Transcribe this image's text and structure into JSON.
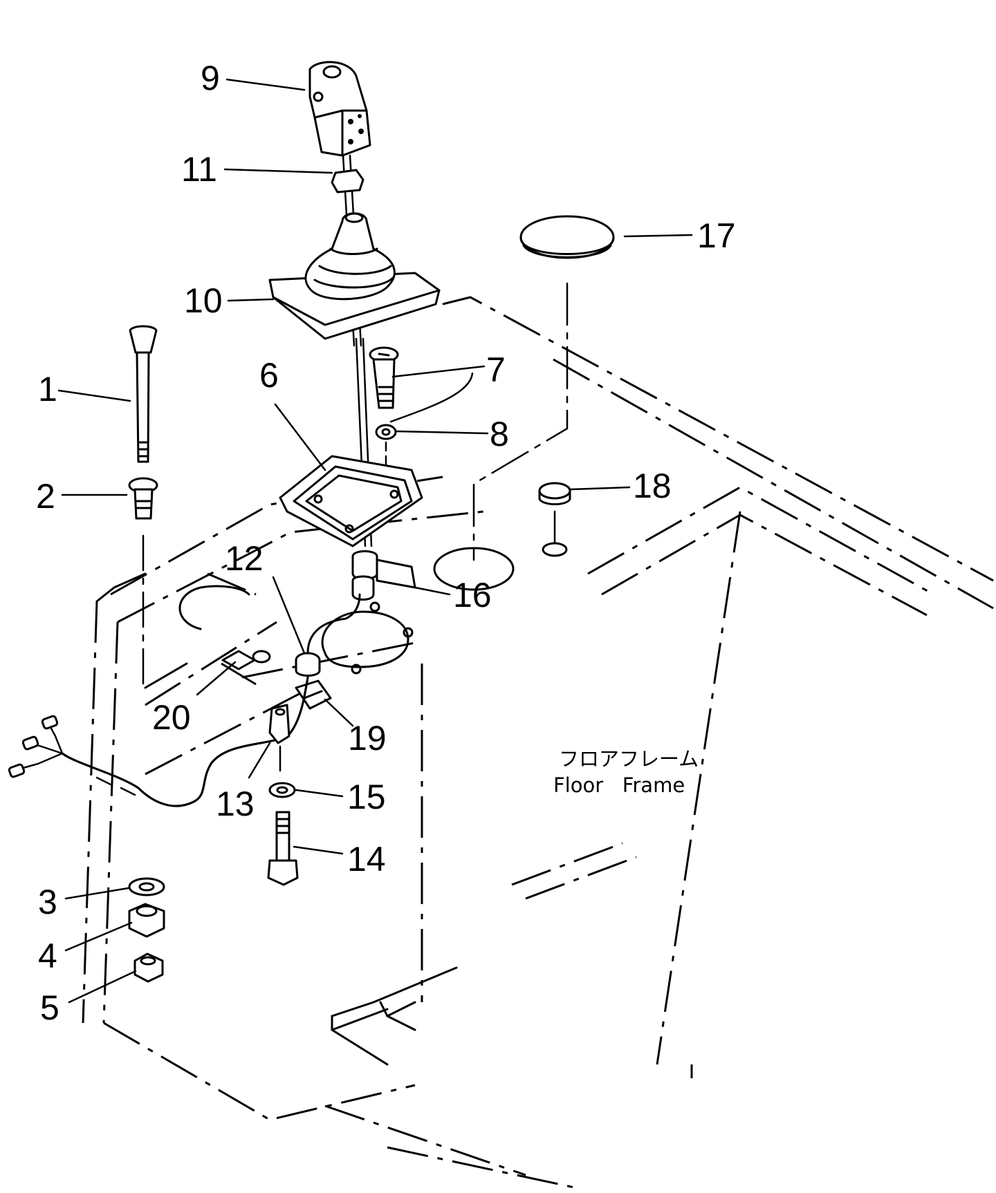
{
  "diagram": {
    "callouts": [
      {
        "id": "1",
        "label": "1"
      },
      {
        "id": "2",
        "label": "2"
      },
      {
        "id": "3",
        "label": "3"
      },
      {
        "id": "4",
        "label": "4"
      },
      {
        "id": "5",
        "label": "5"
      },
      {
        "id": "6",
        "label": "6"
      },
      {
        "id": "7",
        "label": "7"
      },
      {
        "id": "8",
        "label": "8"
      },
      {
        "id": "9",
        "label": "9"
      },
      {
        "id": "10",
        "label": "10"
      },
      {
        "id": "11",
        "label": "11"
      },
      {
        "id": "12",
        "label": "12"
      },
      {
        "id": "13",
        "label": "13"
      },
      {
        "id": "14",
        "label": "14"
      },
      {
        "id": "15",
        "label": "15"
      },
      {
        "id": "16",
        "label": "16"
      },
      {
        "id": "17",
        "label": "17"
      },
      {
        "id": "18",
        "label": "18"
      },
      {
        "id": "19",
        "label": "19"
      },
      {
        "id": "20",
        "label": "20"
      }
    ],
    "floor_frame": {
      "label_jp": "フロアフレーム",
      "label_en": "Floor   Frame"
    }
  }
}
